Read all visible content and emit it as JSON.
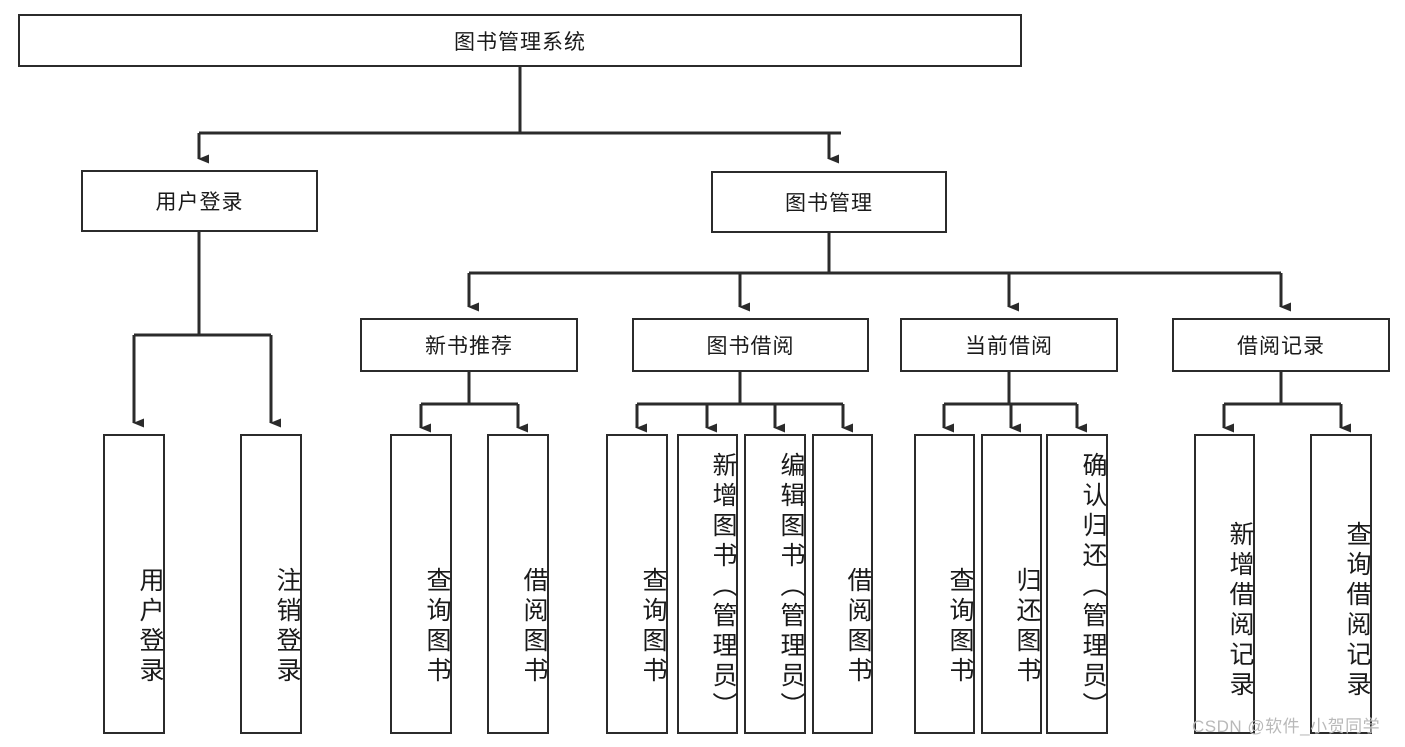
{
  "diagram": {
    "type": "tree-hierarchy",
    "title": "图书管理系统",
    "watermark": "CSDN @软件_小贺同学",
    "colors": {
      "box_border": "#2b2b2b",
      "box_fill": "#ffffff",
      "connector": "#2b2b2b",
      "text": "#1a1a1a",
      "watermark": "#b9b9b9",
      "background": "#ffffff"
    },
    "root": {
      "label": "图书管理系统"
    },
    "level2": [
      {
        "id": "user-login",
        "label": "用户登录"
      },
      {
        "id": "book-management",
        "label": "图书管理"
      }
    ],
    "level3": [
      {
        "id": "new-book-recommend",
        "label": "新书推荐",
        "parent": "book-management"
      },
      {
        "id": "book-borrow",
        "label": "图书借阅",
        "parent": "book-management"
      },
      {
        "id": "current-borrow",
        "label": "当前借阅",
        "parent": "book-management"
      },
      {
        "id": "borrow-record",
        "label": "借阅记录",
        "parent": "book-management"
      }
    ],
    "leaves": [
      {
        "id": "leaf-user-login",
        "label": "用户登录",
        "parent": "user-login"
      },
      {
        "id": "leaf-user-logout",
        "label": "注销登录",
        "parent": "user-login"
      },
      {
        "id": "leaf-query-book-1",
        "label": "查询图书",
        "parent": "new-book-recommend"
      },
      {
        "id": "leaf-borrow-book-1",
        "label": "借阅图书",
        "parent": "new-book-recommend"
      },
      {
        "id": "leaf-query-book-2",
        "label": "查询图书",
        "parent": "book-borrow"
      },
      {
        "id": "leaf-add-book",
        "label": "新增图书（管理员）",
        "parent": "book-borrow"
      },
      {
        "id": "leaf-edit-book",
        "label": "编辑图书（管理员）",
        "parent": "book-borrow"
      },
      {
        "id": "leaf-borrow-book-2",
        "label": "借阅图书",
        "parent": "book-borrow"
      },
      {
        "id": "leaf-query-book-3",
        "label": "查询图书",
        "parent": "current-borrow"
      },
      {
        "id": "leaf-return-book",
        "label": "归还图书",
        "parent": "current-borrow"
      },
      {
        "id": "leaf-confirm-return",
        "label": "确认归还（管理员）",
        "parent": "current-borrow"
      },
      {
        "id": "leaf-add-record",
        "label": "新增借阅记录",
        "parent": "borrow-record"
      },
      {
        "id": "leaf-query-record",
        "label": "查询借阅记录",
        "parent": "borrow-record"
      }
    ]
  }
}
